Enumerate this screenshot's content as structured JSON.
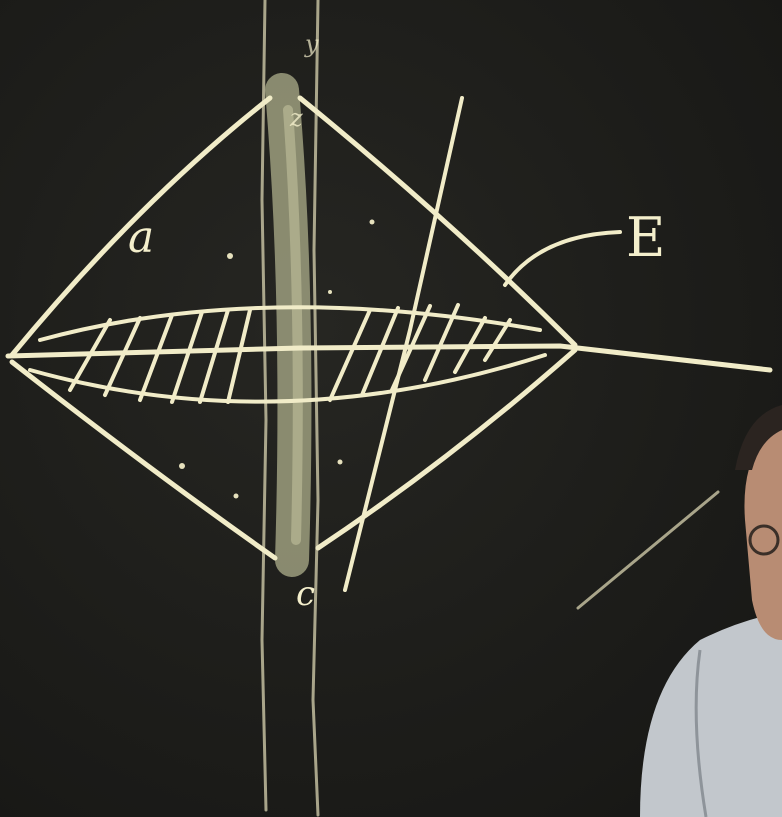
{
  "scene": {
    "description_icon": "chalkboard-icon"
  },
  "labels": {
    "alpha": "a",
    "epsilon": "E",
    "c_vector": "c",
    "z_mark": "z",
    "y_mark": "y"
  },
  "colors": {
    "board": "#1d1d1a",
    "chalk": "#f1ecc8",
    "smudge": "#9c9d7e"
  }
}
